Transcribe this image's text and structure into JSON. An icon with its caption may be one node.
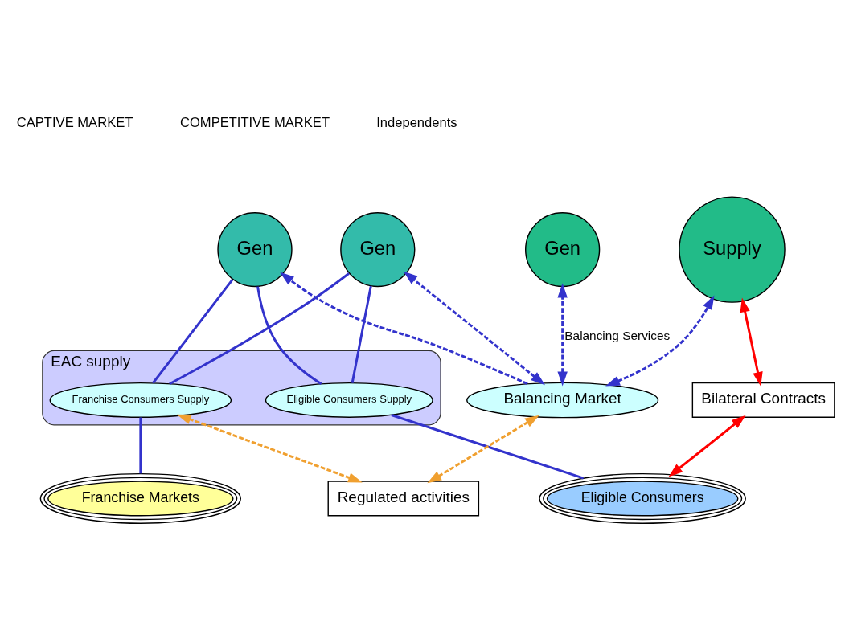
{
  "diagram": {
    "nodes": [
      {
        "text": [
          "Gen"
        ]
      },
      {
        "text": [
          "Gen"
        ]
      },
      {
        "text": [
          "Gen"
        ]
      },
      {
        "text": [
          "Supply"
        ]
      },
      {
        "text": [
          "EAC supply"
        ]
      },
      {
        "text": [
          "Franchise Consumers Supply"
        ],
        "in": 4
      },
      {
        "text": [
          "Eligible Consumers Supply"
        ],
        "in": 4
      },
      {
        "text": [
          "Balancing Market"
        ]
      },
      {
        "text": [
          "Bilateral Contracts"
        ]
      },
      {
        "text": [
          "Regulated activities"
        ]
      },
      {
        "text": [
          "Franchise Markets"
        ]
      },
      {
        "text": [
          "Eligible Consumers"
        ]
      }
    ],
    "edges": [
      {
        "from": 0,
        "to": 5,
        "arrow": "none"
      },
      {
        "from": 0,
        "to": 6,
        "arrow": "none"
      },
      {
        "from": 1,
        "to": 5,
        "arrow": "none"
      },
      {
        "from": 1,
        "to": 6,
        "arrow": "none"
      },
      {
        "from": 7,
        "to": 0,
        "arrow": "to",
        "style": "dashed"
      },
      {
        "from": 7,
        "to": 1,
        "arrow": "both",
        "style": "dashed"
      },
      {
        "from": 7,
        "to": 2,
        "arrow": "both",
        "style": "dashed",
        "label": "Balancing Services"
      },
      {
        "from": 7,
        "to": 3,
        "arrow": "both",
        "style": "dashed"
      },
      {
        "from": 5,
        "to": 10,
        "arrow": "none"
      },
      {
        "from": 6,
        "to": 11,
        "arrow": "none"
      },
      {
        "from": 9,
        "to": 5,
        "arrow": "both",
        "style": "dashed",
        "color": "#f0a030"
      },
      {
        "from": 9,
        "to": 7,
        "arrow": "both",
        "style": "dashed",
        "color": "#f0a030"
      },
      {
        "from": 3,
        "to": 8,
        "arrow": "both",
        "color": "#ff0000"
      },
      {
        "from": 8,
        "to": 11,
        "arrow": "both",
        "color": "#ff0000"
      }
    ],
    "labels": [
      "CAPTIVE MARKET",
      "COMPETITIVE MARKET",
      "Independents"
    ]
  }
}
